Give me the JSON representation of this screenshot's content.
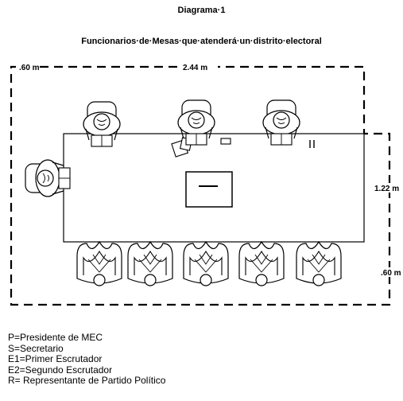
{
  "header": {
    "title": "Diagrama·1",
    "subtitle": "Funcionarios·de·Mesas·que·atenderá·un·distrito·electoral"
  },
  "measurements": {
    "left_margin": ".60 m",
    "table_length": "2.44 m",
    "table_width": "1.22 m",
    "bottom_margin": ".60 m"
  },
  "legend": [
    "P=Presidente de MEC",
    "S=Secretario",
    "E1=Primer Escrutador",
    "E2=Segundo Escrutador",
    "R= Representante de Partido Político"
  ],
  "people": {
    "officials_seated": 4,
    "party_representatives": 5
  }
}
